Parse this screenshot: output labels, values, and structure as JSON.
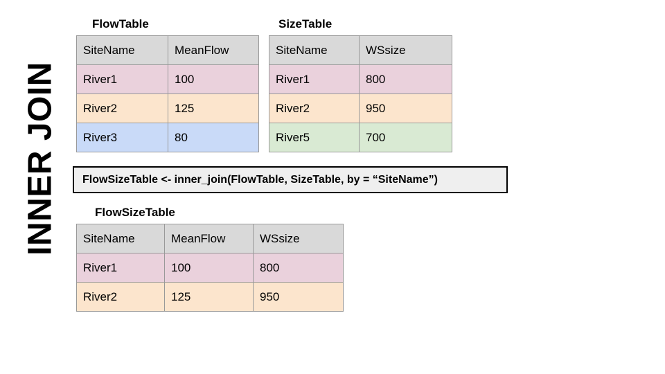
{
  "side_label": "INNER JOIN",
  "colors": {
    "header_bg": "#d9d9d9",
    "row_pink": "#ead1dc",
    "row_peach": "#fce5cd",
    "row_blue": "#c9daf8",
    "row_green": "#d9ead3",
    "code_box_bg": "#efefef",
    "table_border": "#999999"
  },
  "flow_table": {
    "title": "FlowTable",
    "headers": [
      "SiteName",
      "MeanFlow"
    ],
    "rows": [
      {
        "cells": [
          "River1",
          "100"
        ],
        "color": "row_pink"
      },
      {
        "cells": [
          "River2",
          "125"
        ],
        "color": "row_peach"
      },
      {
        "cells": [
          "River3",
          "80"
        ],
        "color": "row_blue"
      }
    ]
  },
  "size_table": {
    "title": "SizeTable",
    "headers": [
      "SiteName",
      "WSsize"
    ],
    "rows": [
      {
        "cells": [
          "River1",
          "800"
        ],
        "color": "row_pink"
      },
      {
        "cells": [
          "River2",
          "950"
        ],
        "color": "row_peach"
      },
      {
        "cells": [
          "River5",
          "700"
        ],
        "color": "row_green"
      }
    ]
  },
  "code_box": {
    "text": "FlowSizeTable <- inner_join(FlowTable, SizeTable, by = “SiteName”)"
  },
  "result_table": {
    "title": "FlowSizeTable",
    "headers": [
      "SiteName",
      "MeanFlow",
      "WSsize"
    ],
    "rows": [
      {
        "cells": [
          "River1",
          "100",
          "800"
        ],
        "color": "row_pink"
      },
      {
        "cells": [
          "River2",
          "125",
          "950"
        ],
        "color": "row_peach"
      }
    ]
  }
}
